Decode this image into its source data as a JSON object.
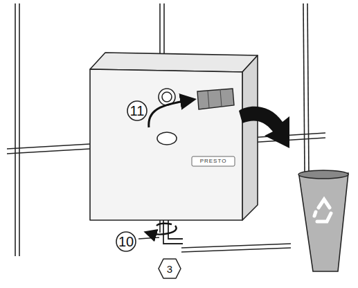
{
  "diagram": {
    "labels": [
      "11",
      "10",
      "3",
      "PRESTO"
    ]
  }
}
